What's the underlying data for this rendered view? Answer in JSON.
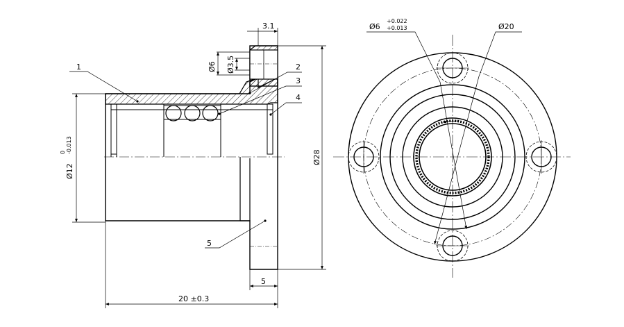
{
  "views": {
    "section": {
      "callouts": [
        "1",
        "2",
        "3",
        "4",
        "5"
      ],
      "dims": {
        "flange_thickness": "3.1",
        "hole_dia": "Ø6",
        "counterbore_dia": "Ø3.5",
        "outer_dia": "Ø28",
        "bore_dia": "Ø12",
        "bore_tol_upper": "0",
        "bore_tol_lower": "-0.013",
        "flange_width": "5",
        "overall_length": "20 ±0.3"
      }
    },
    "front": {
      "dims": {
        "hole_dia": "Ø6",
        "hole_tol_upper": "+0.022",
        "hole_tol_lower": "+0.013",
        "pcd": "Ø20"
      }
    }
  }
}
